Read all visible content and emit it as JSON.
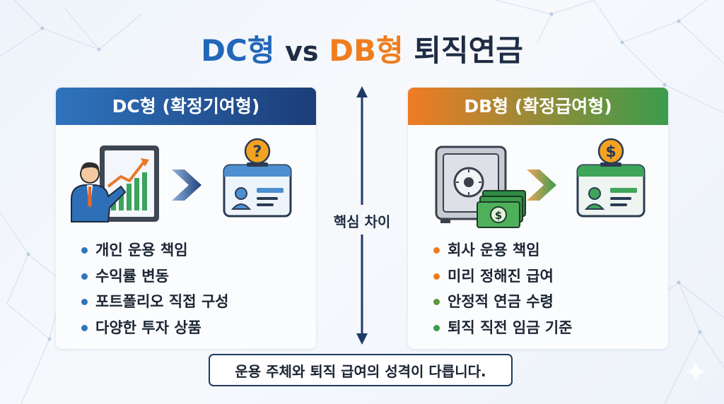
{
  "title": {
    "part1": "DC형",
    "part2": "vs",
    "part3": "DB형",
    "part4": "퇴직연금"
  },
  "left_panel": {
    "heading": "DC형 (확정기여형)",
    "icons": [
      "presenter-chart-icon",
      "arrow-right-icon",
      "id-card-question-icon"
    ],
    "items": [
      "개인 운용 책임",
      "수익률 변동",
      "포트폴리오 직접 구성",
      "다양한 투자 상품"
    ],
    "bullet_color": "#2f74bd"
  },
  "center": {
    "label": "핵심 차이"
  },
  "right_panel": {
    "heading": "DB형 (확정급여형)",
    "icons": [
      "safe-icon",
      "cash-icon",
      "arrow-right-icon",
      "id-card-dollar-icon"
    ],
    "items": [
      "회사 운용 책임",
      "미리 정해진 급여",
      "안정적 연금 수령",
      "퇴직 직전 임금 기준"
    ],
    "bullet_colors": [
      "#ef7d1e",
      "#ef7d1e",
      "#5a9a3c",
      "#3a9c4c"
    ]
  },
  "footer": {
    "text": "운용 주체와 퇴직 급여의 성격이 다릅니다."
  },
  "colors": {
    "dc_blue": "#2367b8",
    "db_orange": "#ef7d1e",
    "db_green": "#3a9c4c",
    "navy": "#1e2d44"
  }
}
